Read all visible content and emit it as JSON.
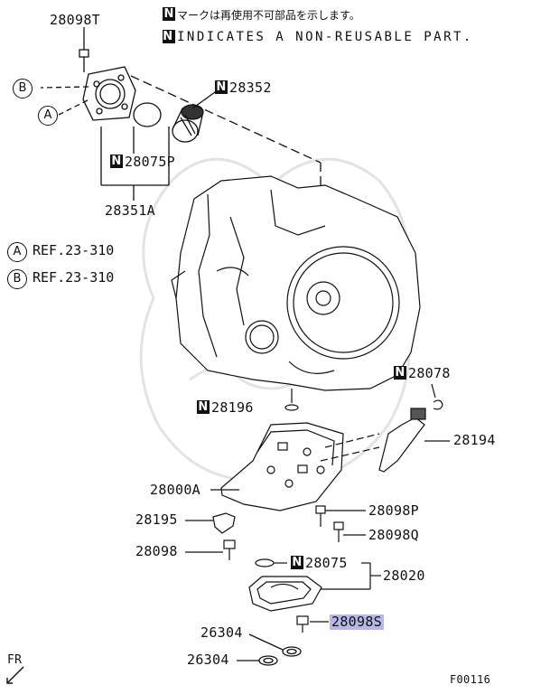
{
  "legend": {
    "n_symbol": "N",
    "note_jp": "マークは再使用不可部品を示します。",
    "note_en": "INDICATES A NON-REUSABLE PART."
  },
  "refs": [
    {
      "letter": "A",
      "text": "REF.23-310"
    },
    {
      "letter": "B",
      "text": "REF.23-310"
    }
  ],
  "callouts": {
    "c28098T": "28098T",
    "c28352": "28352",
    "c28075P": "28075P",
    "c28351A": "28351A",
    "cA": "A",
    "cB": "B",
    "c28078": "28078",
    "c28196": "28196",
    "c28194": "28194",
    "c28000A": "28000A",
    "c28098P": "28098P",
    "c28195": "28195",
    "c28098Q": "28098Q",
    "c28098": "28098",
    "c28075": "28075",
    "c28020": "28020",
    "c28098S": "28098S",
    "c26304a": "26304",
    "c26304b": "26304"
  },
  "fr_label": "FR",
  "figure_id": "F00116",
  "highlight_color": "#b7b7e8"
}
